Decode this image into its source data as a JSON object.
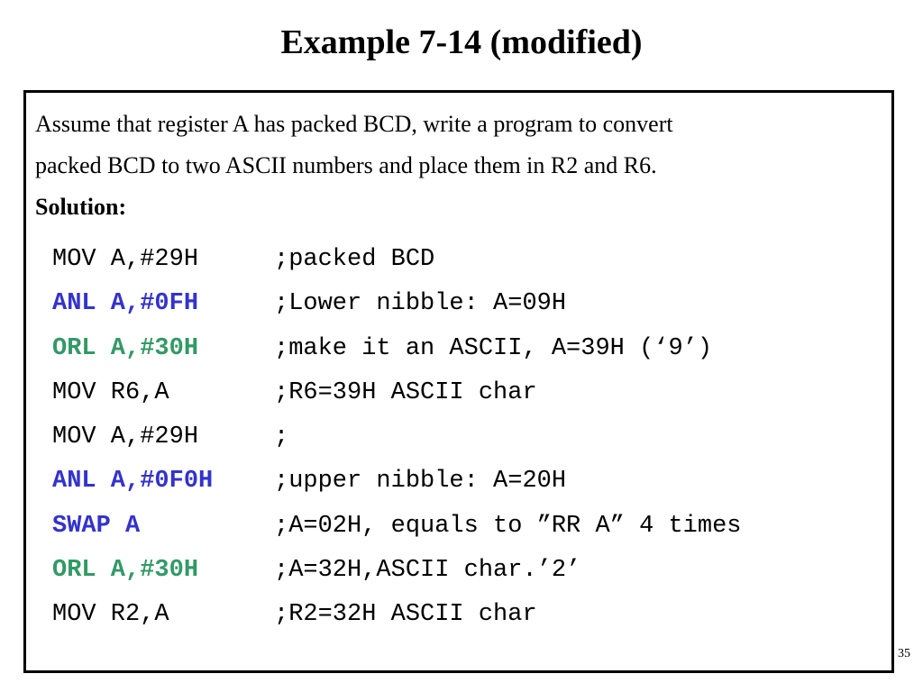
{
  "title": "Example 7-14 (modified)",
  "problem": {
    "line1": "Assume that register A has packed BCD, write a program to convert",
    "line2": "packed BCD to two ASCII numbers and place them in R2 and R6.",
    "solution_label": "Solution:"
  },
  "colors": {
    "blue_instruction": "#3333cc",
    "green_instruction": "#339966",
    "text": "#000000",
    "border": "#000000"
  },
  "code_lines": [
    {
      "instr": "MOV A,#29H",
      "comment": ";packed BCD",
      "style": "normal"
    },
    {
      "instr": "ANL A,#0FH",
      "comment": ";Lower nibble: A=09H",
      "style": "blue"
    },
    {
      "instr": "ORL A,#30H",
      "comment": ";make it an ASCII, A=39H (‘9’)",
      "style": "green"
    },
    {
      "instr": "MOV R6,A",
      "comment": ";R6=39H ASCII char",
      "style": "normal"
    },
    {
      "instr": "MOV A,#29H",
      "comment": ";",
      "style": "normal"
    },
    {
      "instr": "ANL A,#0F0H",
      "comment": ";upper nibble: A=20H",
      "style": "blue"
    },
    {
      "instr": "SWAP A",
      "comment": ";A=02H, equals to ”RR A” 4 times",
      "style": "blue"
    },
    {
      "instr": "ORL A,#30H",
      "comment": ";A=32H,ASCII char.’2’",
      "style": "green"
    },
    {
      "instr": "MOV R2,A",
      "comment": ";R2=32H ASCII char",
      "style": "normal"
    }
  ],
  "page_number": "35"
}
